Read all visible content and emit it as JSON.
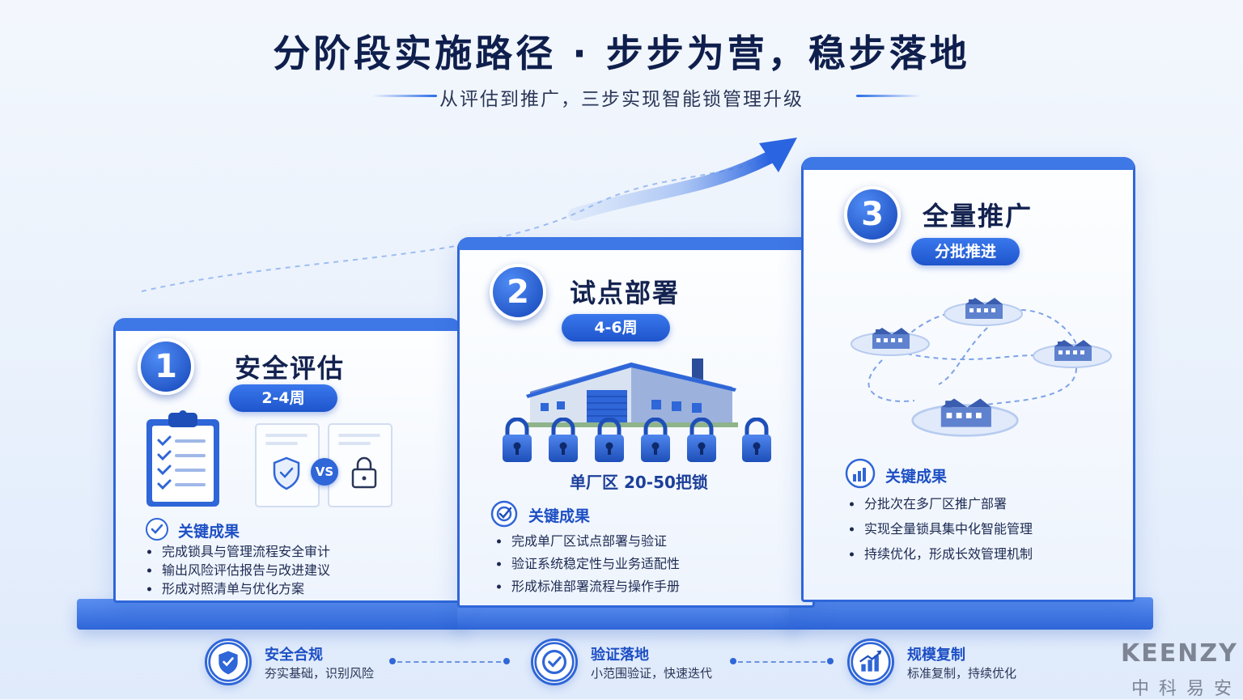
{
  "header": {
    "title": "分阶段实施路径 · 步步为营，稳步落地",
    "subtitle": "从评估到推广，三步实现智能锁管理升级"
  },
  "stages": [
    {
      "number": "1",
      "title": "安全评估",
      "duration": "2-4周",
      "vs_label": "VS",
      "key_results_label": "关键成果",
      "key_results": [
        "完成锁具与管理流程安全审计",
        "输出风险评估报告与改进建议",
        "形成对照清单与优化方案"
      ]
    },
    {
      "number": "2",
      "title": "试点部署",
      "duration": "4-6周",
      "lock_caption": "单厂区 20-50把锁",
      "key_results_label": "关键成果",
      "key_results": [
        "完成单厂区试点部署与验证",
        "验证系统稳定性与业务适配性",
        "形成标准部署流程与操作手册"
      ]
    },
    {
      "number": "3",
      "title": "全量推广",
      "duration": "分批推进",
      "key_results_label": "关键成果",
      "key_results": [
        "分批次在多厂区推广部署",
        "实现全量锁具集中化智能管理",
        "持续优化，形成长效管理机制"
      ]
    }
  ],
  "bottom": [
    {
      "title": "安全合规",
      "desc": "夯实基础，识别风险",
      "icon": "shield-check-icon"
    },
    {
      "title": "验证落地",
      "desc": "小范围验证，快速迭代",
      "icon": "check-circle-icon"
    },
    {
      "title": "规模复制",
      "desc": "标准复制，持续优化",
      "icon": "growth-chart-icon"
    }
  ],
  "brand": {
    "name": "KEENZY",
    "cn": "中科易安"
  },
  "colors": {
    "primary": "#2f66d8",
    "dark": "#0f1f4d",
    "accent": "#1d4fc4"
  }
}
